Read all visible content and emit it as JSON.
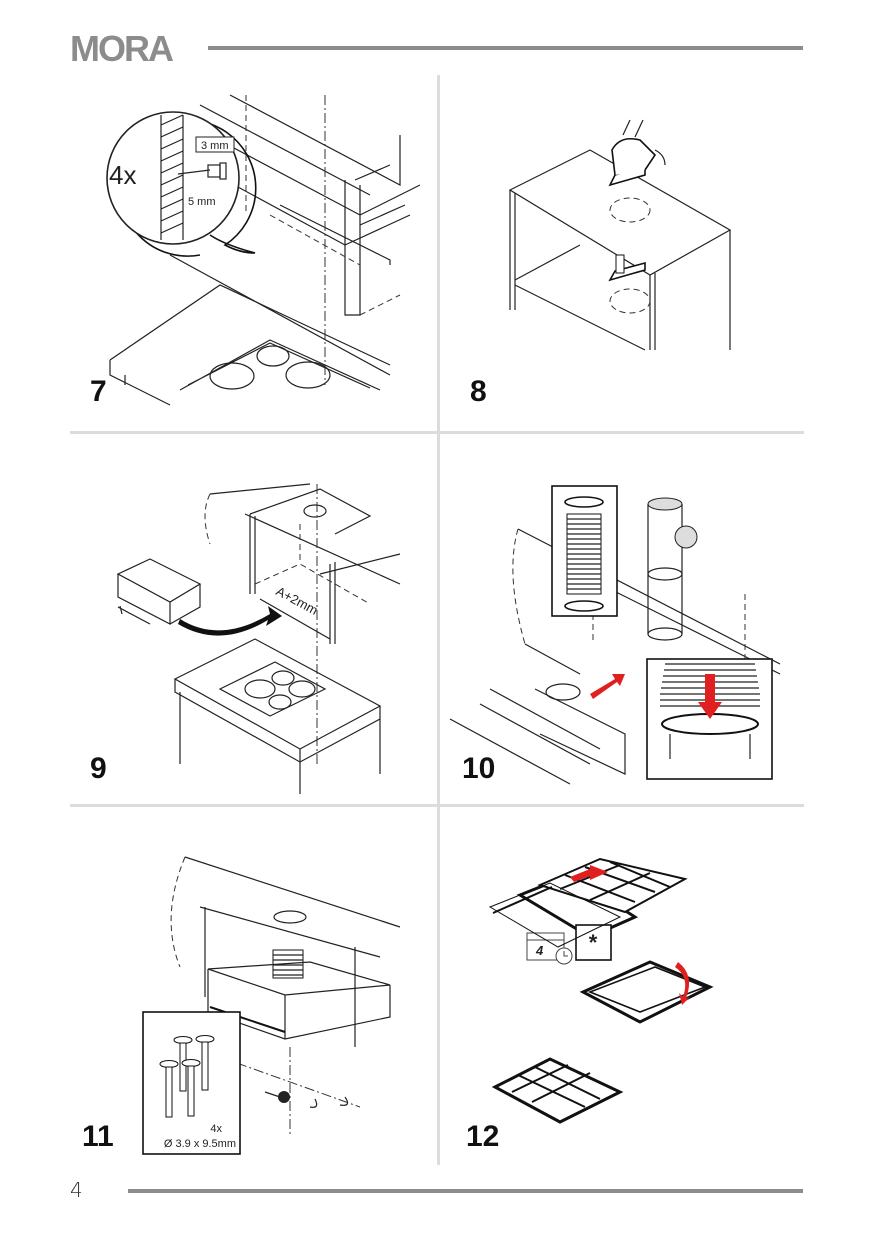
{
  "header": {
    "brand": "MORA",
    "brand_color": "#8c8c8c"
  },
  "steps": [
    {
      "number": "7",
      "illustration": "mark-and-drill-cabinet",
      "callout": {
        "quantity": "4x",
        "drill_diameter": "3 mm",
        "depth": "5 mm"
      }
    },
    {
      "number": "8",
      "illustration": "cut-hole-with-jigsaw"
    },
    {
      "number": "9",
      "illustration": "insert-hood-into-cabinet",
      "dimension_label": "A+2mm"
    },
    {
      "number": "10",
      "illustration": "connect-flexible-duct-with-clamps",
      "accent_color": "#e02020"
    },
    {
      "number": "11",
      "illustration": "screw-hood-to-cabinet",
      "callout": {
        "quantity": "4x",
        "screw_size": "Ø 3.9 x 9.5mm"
      }
    },
    {
      "number": "12",
      "illustration": "insert-carbon-filter",
      "calendar_value": "4",
      "asterisk": "*",
      "accent_color": "#e02020"
    }
  ],
  "footer": {
    "page_number": "4"
  }
}
